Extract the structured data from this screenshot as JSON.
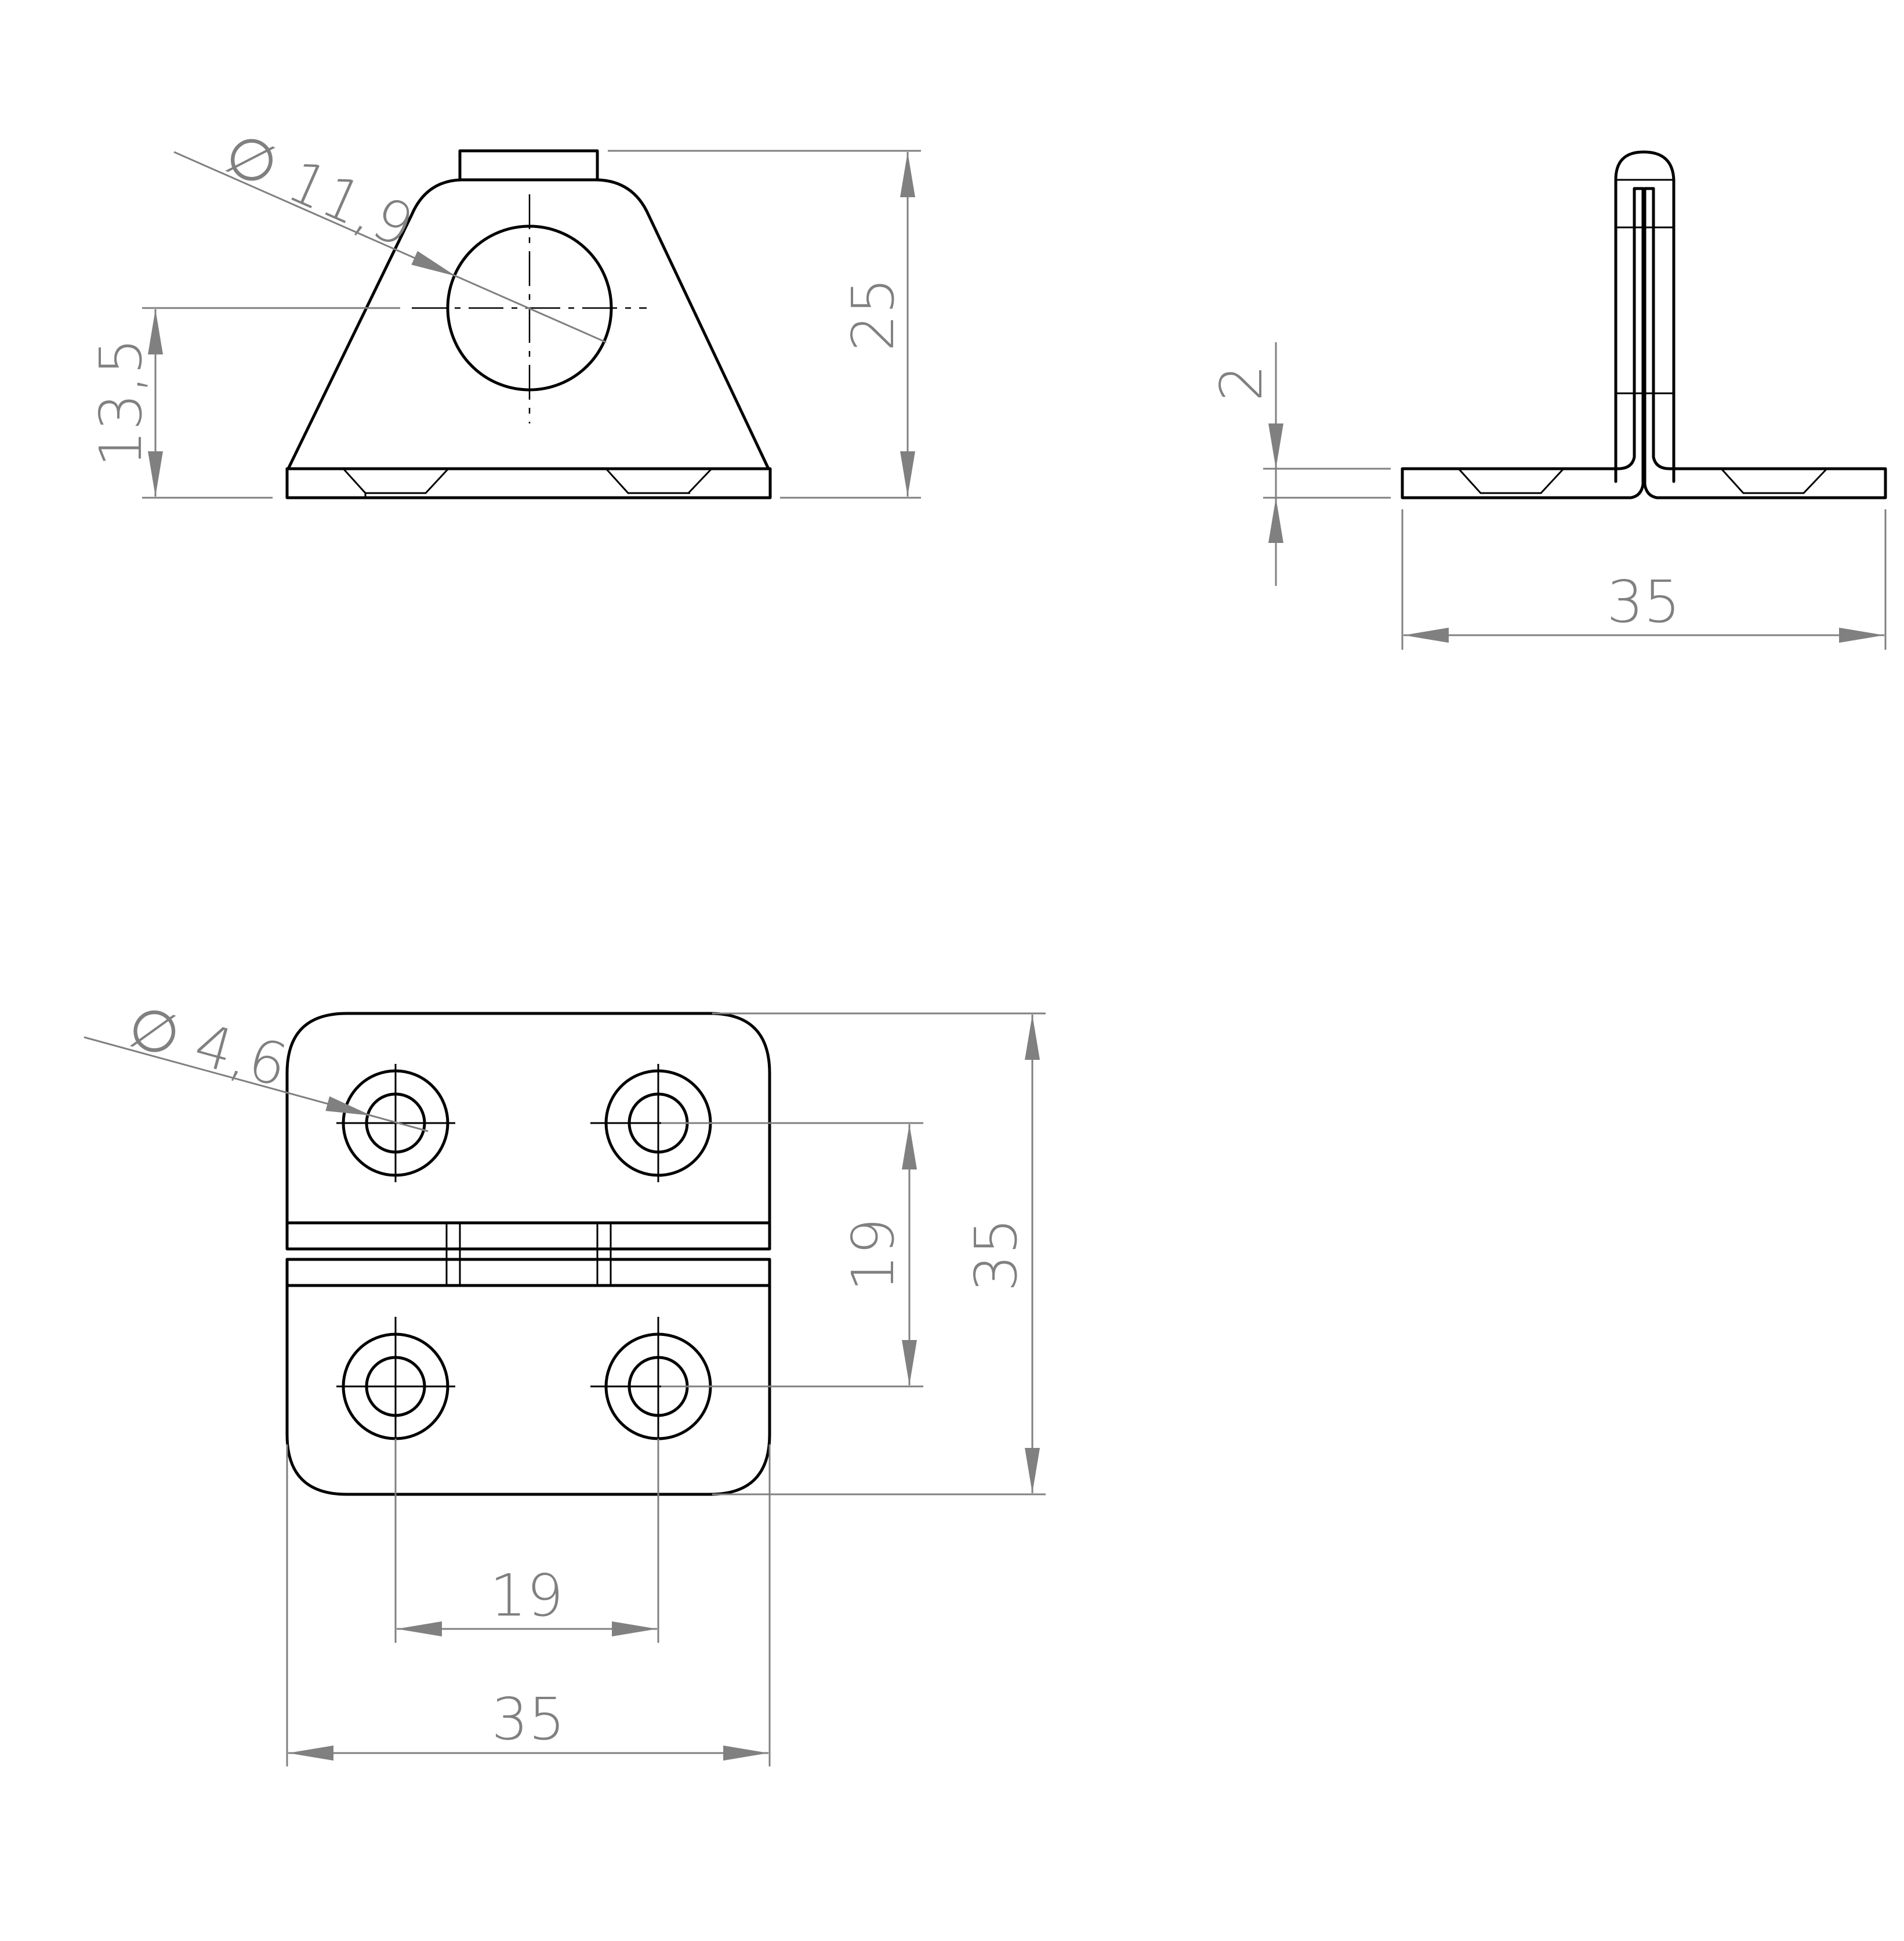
{
  "dimensions": {
    "front_hole_diameter": "∅ 11,9",
    "front_height": "25",
    "front_center_height": "13,5",
    "side_thickness": "2",
    "side_width": "35",
    "top_hole_diameter": "∅ 4,6",
    "top_hole_spacing_vertical": "19",
    "top_height": "35",
    "top_hole_spacing_horizontal": "19",
    "top_width": "35"
  }
}
